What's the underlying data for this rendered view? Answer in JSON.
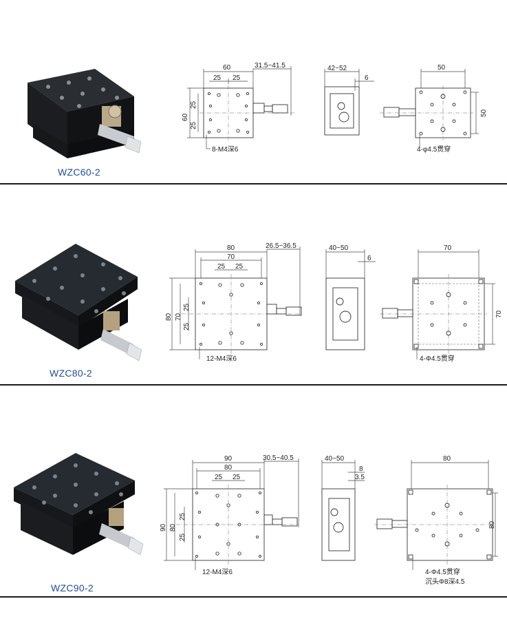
{
  "products": [
    {
      "model": "WZC60-2",
      "top": {
        "width": "60",
        "height": "60",
        "pitch_a": "25",
        "pitch_b": "25",
        "pitch_v1": "25",
        "pitch_v2": "25",
        "travel": "31.5~41.5",
        "holes": "8-M4深6"
      },
      "side": {
        "range": "42~52",
        "offset": "6"
      },
      "bottom": {
        "width": "50",
        "height": "50",
        "holes": "4-φ4.5贯穿"
      }
    },
    {
      "model": "WZC80-2",
      "top": {
        "width": "80",
        "inner": "70",
        "height": "80",
        "inner_h": "70",
        "pitch_a": "25",
        "pitch_b": "25",
        "pitch_v1": "25",
        "pitch_v2": "25",
        "travel": "26.5~36.5",
        "holes": "12-M4深6"
      },
      "side": {
        "range": "40~50",
        "offset": "6"
      },
      "bottom": {
        "width": "70",
        "height": "70",
        "holes": "4-Φ4.5贯穿"
      }
    },
    {
      "model": "WZC90-2",
      "top": {
        "width": "90",
        "inner": "80",
        "height": "90",
        "inner_h": "80",
        "pitch_a": "25",
        "pitch_b": "25",
        "pitch_v1": "25",
        "pitch_v2": "25",
        "travel": "30.5~40.5",
        "holes": "12-M4深6"
      },
      "side": {
        "range": "40~50",
        "offset": "8",
        "offset2": "3.5"
      },
      "bottom": {
        "width": "80",
        "height": "80",
        "holes": "4-Φ4.5贯穿",
        "holes2": "沉头Φ8深4.5"
      }
    }
  ],
  "colors": {
    "model_label": "#1f4e9c",
    "separator": "#1a1a1a",
    "stage_body": "#1d1f22"
  }
}
